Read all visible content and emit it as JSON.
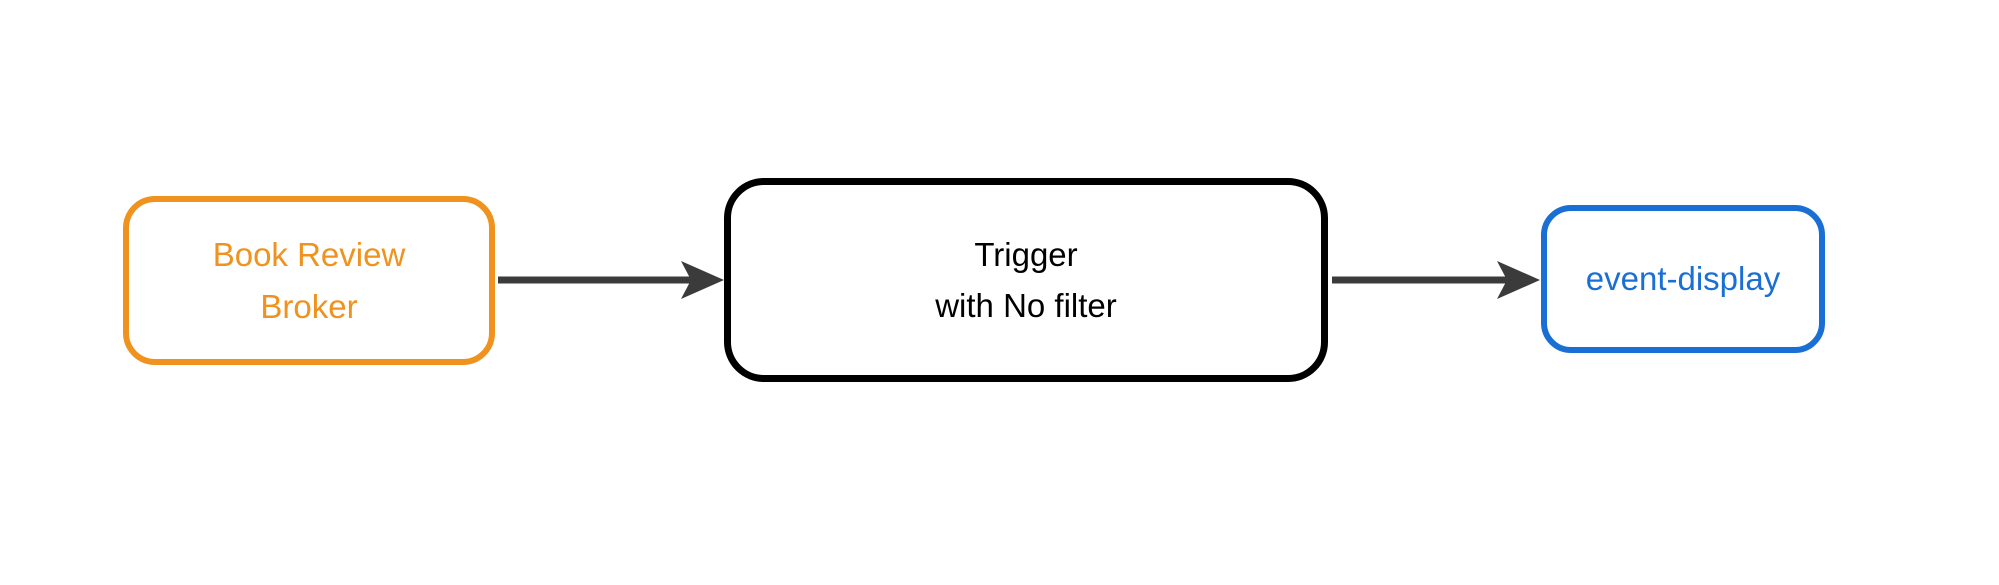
{
  "page": {
    "background": "#FFFFFF"
  },
  "diagram": {
    "type": "flowchart-left-to-right",
    "nodes": [
      {
        "id": "book-review-broker",
        "label": "Book Review\nBroker",
        "color": "#F0921E",
        "shape": "rounded-rectangle"
      },
      {
        "id": "trigger",
        "label": "Trigger\nwith No filter",
        "color": "#000000",
        "shape": "rounded-rectangle"
      },
      {
        "id": "event-display",
        "label": "event-display",
        "color": "#1A6FD4",
        "shape": "rounded-rectangle"
      }
    ],
    "edges": [
      {
        "from": "book-review-broker",
        "to": "trigger",
        "color": "#3B3B3B",
        "style": "arrow"
      },
      {
        "from": "trigger",
        "to": "event-display",
        "color": "#3B3B3B",
        "style": "arrow"
      }
    ]
  }
}
